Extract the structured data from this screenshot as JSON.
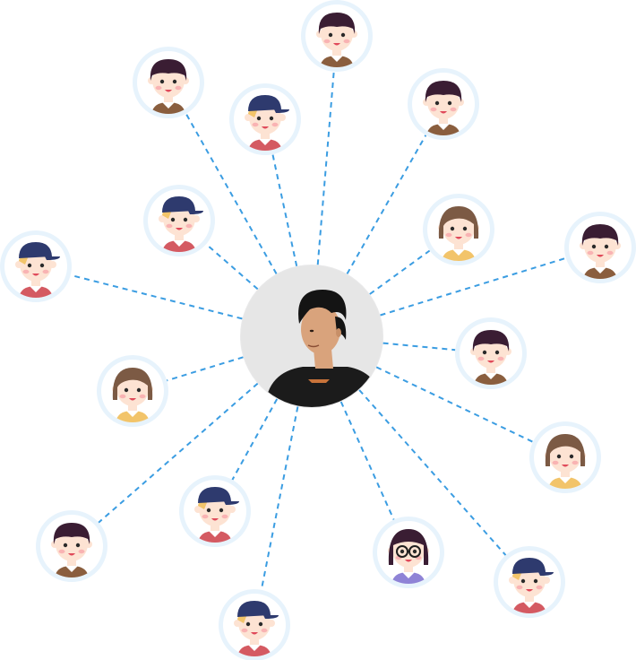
{
  "diagram": {
    "type": "radial-network",
    "colors": {
      "background": "#ffffff",
      "connector": "#3b9de2",
      "node_ring": "#e7f3fc",
      "hub_ring": "#e9e9ea",
      "skin": "#fde3d3",
      "blush": "#f9b3b3",
      "mouth": "#e04a5a",
      "eyes": "#2a2a2a",
      "hair_dark": "#3a1d33",
      "hair_brown": "#7c5a44",
      "hair_blonde": "#f2c46a",
      "cap": "#2e3a6e",
      "shirt_brown": "#8a5e3e",
      "shirt_red": "#d45a62",
      "shirt_yellow": "#f2c46a",
      "shirt_purple": "#8f83d6",
      "hub_photo_bg": "#e6e6e6",
      "hub_hair": "#141414",
      "hub_skin": "#d9a37c",
      "hub_shirt": "#1b1b1b"
    },
    "hub": {
      "label": "",
      "icon": "person-photo-icon"
    },
    "nodes": [
      {
        "id": "n1",
        "avatar": "boy-dark-hair-icon"
      },
      {
        "id": "n2",
        "avatar": "boy-dark-hair-icon"
      },
      {
        "id": "n3",
        "avatar": "boy-cap-icon"
      },
      {
        "id": "n4",
        "avatar": "boy-dark-hair-icon"
      },
      {
        "id": "n5",
        "avatar": "boy-cap-icon"
      },
      {
        "id": "n6",
        "avatar": "girl-brown-hair-icon"
      },
      {
        "id": "n7",
        "avatar": "boy-dark-hair-icon"
      },
      {
        "id": "n8",
        "avatar": "boy-cap-icon"
      },
      {
        "id": "n9",
        "avatar": "girl-brown-hair-icon"
      },
      {
        "id": "n10",
        "avatar": "boy-dark-hair-icon"
      },
      {
        "id": "n11",
        "avatar": "girl-brown-hair-icon"
      },
      {
        "id": "n12",
        "avatar": "boy-dark-hair-icon"
      },
      {
        "id": "n13",
        "avatar": "boy-cap-icon"
      },
      {
        "id": "n14",
        "avatar": "girl-glasses-icon"
      },
      {
        "id": "n15",
        "avatar": "boy-cap-icon"
      },
      {
        "id": "n16",
        "avatar": "boy-cap-icon"
      }
    ]
  }
}
